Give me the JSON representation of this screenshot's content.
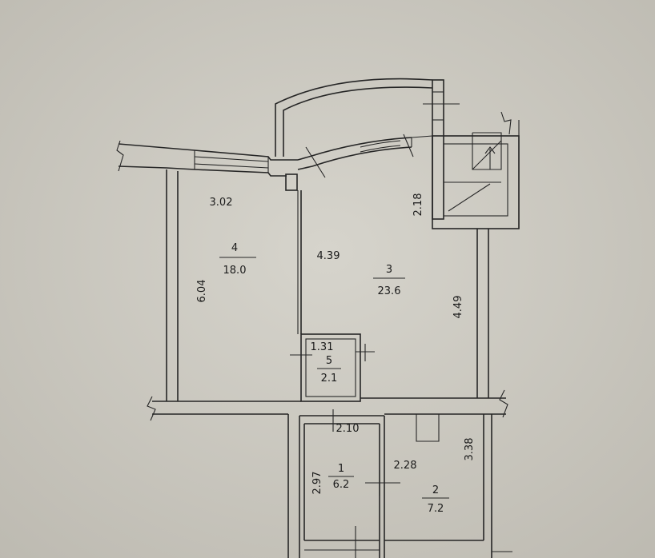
{
  "rooms": [
    {
      "number": "4",
      "area": "18.0"
    },
    {
      "number": "3",
      "area": "23.6"
    },
    {
      "number": "5",
      "area": "2.1"
    },
    {
      "number": "1",
      "area": "6.2"
    },
    {
      "number": "2",
      "area": "7.2"
    }
  ],
  "dimensions": [
    "3.02",
    "6.04",
    "4.39",
    "2.18",
    "4.49",
    "1.31",
    "2.10",
    "2.97",
    "2.28",
    "3.38"
  ],
  "colors": {
    "paper": "#cfccc3",
    "ink": "#262626"
  }
}
